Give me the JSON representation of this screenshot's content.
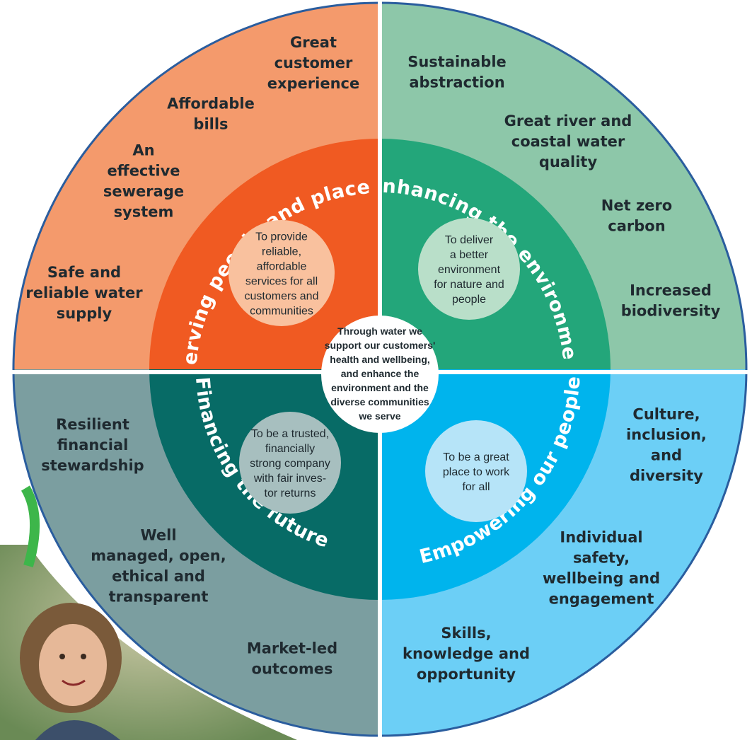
{
  "center_statement": [
    "Through water we",
    "support our customers'",
    "health and wellbeing,",
    "and enhance the",
    "environment and the",
    "diverse communities",
    "we serve"
  ],
  "quadrants": [
    {
      "id": "people-places",
      "title": "Serving people and places",
      "aim": [
        "To provide",
        "reliable,",
        "affordable",
        "services for all",
        "customers and",
        "communities"
      ],
      "outcomes": [
        [
          "Great",
          "customer",
          "experience"
        ],
        [
          "Affordable",
          "bills"
        ],
        [
          "An",
          "effective",
          "sewerage",
          "system"
        ],
        [
          "Safe and",
          "reliable water",
          "supply"
        ]
      ],
      "colors": {
        "outer": "#f49a6c",
        "inner": "#f05a22",
        "aim_circle": "#f9c19e"
      }
    },
    {
      "id": "environment",
      "title": "Enhancing the environment",
      "aim": [
        "To deliver",
        "a better",
        "environment",
        "for nature and",
        "people"
      ],
      "outcomes": [
        [
          "Sustainable",
          "abstraction"
        ],
        [
          "Great river and",
          "coastal water",
          "quality"
        ],
        [
          "Net zero",
          "carbon"
        ],
        [
          "Increased",
          "biodiversity"
        ]
      ],
      "colors": {
        "outer": "#8dc7a9",
        "inner": "#23a67a",
        "aim_circle": "#b9dfc9"
      }
    },
    {
      "id": "future",
      "title": "Financing the future",
      "aim": [
        "To be a trusted,",
        "financially",
        "strong company",
        "with fair inves-",
        "tor returns"
      ],
      "outcomes": [
        [
          "Resilient",
          "financial",
          "stewardship"
        ],
        [
          "Well",
          "managed, open,",
          "ethical and",
          "transparent"
        ],
        [
          "Market-led",
          "outcomes"
        ]
      ],
      "colors": {
        "outer": "#7b9ea0",
        "inner": "#076b66",
        "aim_circle": "#a7bfbf"
      }
    },
    {
      "id": "people",
      "title": "Empowering our people",
      "aim": [
        "To be a great",
        "place to work",
        "for all"
      ],
      "outcomes": [
        [
          "Culture,",
          "inclusion,",
          "and",
          "diversity"
        ],
        [
          "Individual",
          "safety,",
          "wellbeing and",
          "engagement"
        ],
        [
          "Skills,",
          "knowledge and",
          "opportunity"
        ]
      ],
      "colors": {
        "outer": "#6ccff6",
        "inner": "#00b4ed",
        "aim_circle": "#b6e4f8"
      }
    }
  ],
  "photo": {
    "subject": "smiling-woman-photo"
  },
  "colors": {
    "center_circle": "#ffffff",
    "divider": "#ffffff",
    "outline": "#2a5d9e",
    "text": "#1f2a30"
  }
}
